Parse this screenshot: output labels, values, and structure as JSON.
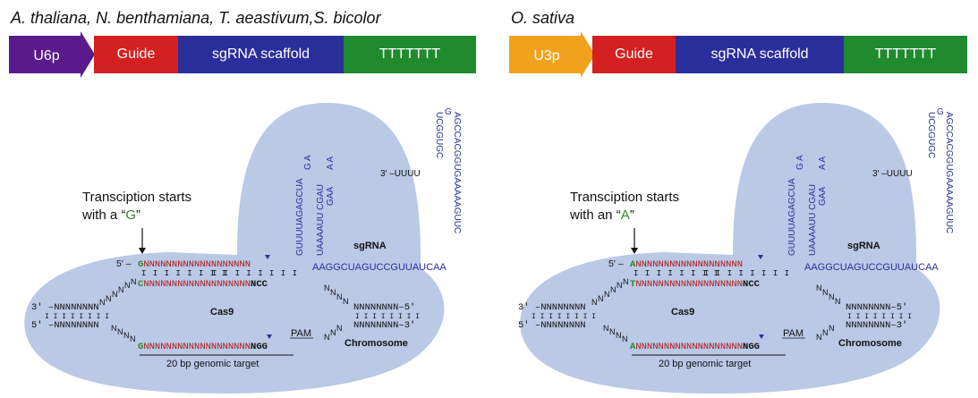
{
  "colors": {
    "u6p": "#5a1a8c",
    "u3p": "#f0a21e",
    "guide": "#d42020",
    "scaffold": "#2a2e9a",
    "terminator": "#1f8a2e",
    "blob": "#b9c9e6",
    "seq_red": "#b01818",
    "seq_blue": "#2a2f9c",
    "seq_green": "#2c8a1e"
  },
  "left": {
    "species": "A. thaliana, N. benthamiana, T. aeastivum,S. bicolor",
    "promoter": "U6p",
    "guide": "Guide",
    "scaffold": "sgRNA scaffold",
    "terminator": "TTTTTTT",
    "transcription_line1": "Transciption starts",
    "transcription_line2_prefix": "with a “",
    "transcription_base": "G",
    "transcription_line2_suffix": "”",
    "start_base": "G",
    "complement_base": "C"
  },
  "right": {
    "species": "O. sativa",
    "promoter": "U3p",
    "guide": "Guide",
    "scaffold": "sgRNA scaffold",
    "terminator": "TTTTTTT",
    "transcription_line1": "Transciption starts",
    "transcription_line2_prefix": "with an “",
    "transcription_base": "A",
    "transcription_line2_suffix": "”",
    "start_base": "A",
    "complement_base": "T"
  },
  "diagram": {
    "five_prime_label": "5′ –",
    "guide_ns": "NNNNNNNNNNNNNNNNNNN",
    "guide_tail": "N",
    "target_ns": "NNNNNNNNNNNNNNNNNNN",
    "pam_top": "NCC",
    "pam_bottom": "NGG",
    "scaffold_seq": "AAGGCUAGUCCGUUAUCAA",
    "stem_left": "GUUUUAGAGCUA",
    "stem_right": "UAAAAUU CGAU",
    "loop1": "G A",
    "loop2": "A A",
    "gaa": "GAA",
    "hairpin_right": "AGCCACGGUGAAAAAGUUC",
    "hairpin_left": "UCGGUGC",
    "hairpin_top": "G",
    "three_prime_uuuu": "3′ –UUUU",
    "sgRNA": "sgRNA",
    "cas9": "Cas9",
    "chromosome": "Chromosome",
    "pam": "PAM",
    "genomic_target": "20 bp genomic target",
    "left_top_strand": "3′ –NNNNNNNN",
    "left_bottom_strand": "5′ –NNNNNNNN",
    "right_top_strand": "NNNNNNNN–5′",
    "right_bottom_strand": "NNNNNNNN–3′",
    "diag_n": "N",
    "tick_marks": "I I I I I I I I"
  }
}
